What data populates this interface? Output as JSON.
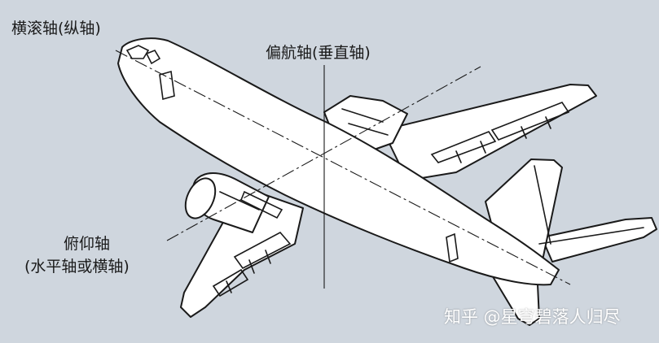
{
  "labels": {
    "roll_axis": "横滚轴(纵轴)",
    "yaw_axis": "偏航轴(垂直轴)",
    "pitch_axis_line1": "俯仰轴",
    "pitch_axis_line2": "(水平轴或横轴)"
  },
  "watermark": "知乎 @星穹碧落人归尽",
  "colors": {
    "background": "#cfd6de",
    "airframe_fill": "#ffffff",
    "ink": "#1a1a1a",
    "watermark": "#ffffff"
  }
}
